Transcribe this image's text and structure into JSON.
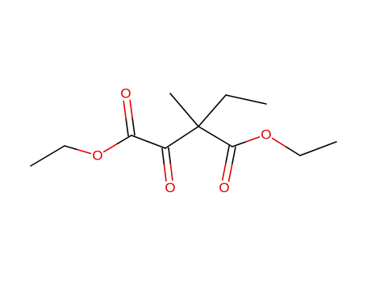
{
  "diagram": {
    "type": "skeletal-structure",
    "colors": {
      "carbon_bond": "#000000",
      "oxygen": "#e00000",
      "background": "#ffffff"
    },
    "atoms": [
      {
        "id": "c_eth_left_ch3",
        "element": "C"
      },
      {
        "id": "c_eth_left_ch2",
        "element": "C"
      },
      {
        "id": "o_ester_left",
        "element": "O",
        "label": "O"
      },
      {
        "id": "c_carbonyl_left",
        "element": "C"
      },
      {
        "id": "o_carbonyl_left",
        "element": "O",
        "label": "O"
      },
      {
        "id": "c_keto",
        "element": "C"
      },
      {
        "id": "o_keto",
        "element": "O",
        "label": "O"
      },
      {
        "id": "c_quaternary",
        "element": "C"
      },
      {
        "id": "c_methyl",
        "element": "C"
      },
      {
        "id": "c_ethyl_ch2",
        "element": "C"
      },
      {
        "id": "c_ethyl_ch3",
        "element": "C"
      },
      {
        "id": "c_carbonyl_right",
        "element": "C"
      },
      {
        "id": "o_carbonyl_right",
        "element": "O",
        "label": "O"
      },
      {
        "id": "o_ester_right",
        "element": "O",
        "label": "O"
      },
      {
        "id": "c_eth_right_ch2",
        "element": "C"
      },
      {
        "id": "c_eth_right_ch3",
        "element": "C"
      }
    ],
    "bonds": [
      {
        "from": "c_eth_left_ch3",
        "to": "c_eth_left_ch2",
        "order": 1
      },
      {
        "from": "c_eth_left_ch2",
        "to": "o_ester_left",
        "order": 1
      },
      {
        "from": "o_ester_left",
        "to": "c_carbonyl_left",
        "order": 1
      },
      {
        "from": "c_carbonyl_left",
        "to": "o_carbonyl_left",
        "order": 2
      },
      {
        "from": "c_carbonyl_left",
        "to": "c_keto",
        "order": 1
      },
      {
        "from": "c_keto",
        "to": "o_keto",
        "order": 2
      },
      {
        "from": "c_keto",
        "to": "c_quaternary",
        "order": 1
      },
      {
        "from": "c_quaternary",
        "to": "c_methyl",
        "order": 1
      },
      {
        "from": "c_quaternary",
        "to": "c_ethyl_ch2",
        "order": 1
      },
      {
        "from": "c_ethyl_ch2",
        "to": "c_ethyl_ch3",
        "order": 1
      },
      {
        "from": "c_quaternary",
        "to": "c_carbonyl_right",
        "order": 1
      },
      {
        "from": "c_carbonyl_right",
        "to": "o_carbonyl_right",
        "order": 2
      },
      {
        "from": "c_carbonyl_right",
        "to": "o_ester_right",
        "order": 1
      },
      {
        "from": "o_ester_right",
        "to": "c_eth_right_ch2",
        "order": 1
      },
      {
        "from": "c_eth_right_ch2",
        "to": "c_eth_right_ch3",
        "order": 1
      }
    ]
  }
}
